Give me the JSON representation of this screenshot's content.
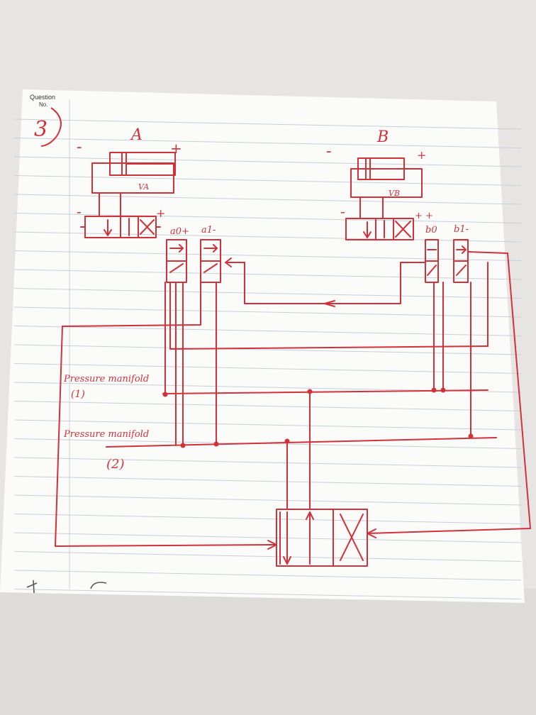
{
  "header": {
    "question_label": "Question",
    "no_label": "No.",
    "question_number": "3"
  },
  "cylinders": {
    "a": {
      "title": "A",
      "minus": "-",
      "plus": "+",
      "valve": "VA"
    },
    "b": {
      "title": "B",
      "minus": "-",
      "plus": "+",
      "valve": "VB"
    }
  },
  "valves": {
    "a_minus": "-",
    "a_plus": "+",
    "b_minus": "-",
    "b_plus": "+ +"
  },
  "switches": {
    "a0": "a0+",
    "a1": "a1-",
    "b0": "b0",
    "b1": "b1-"
  },
  "manifolds": {
    "m1_label": "Pressure manifold",
    "m1_num": "(1)",
    "m2_label": "Pressure manifold",
    "m2_num": "(2)"
  },
  "colors": {
    "ink": "#d1323a",
    "paper": "#fbfbfa",
    "rule": "#c9cfd8"
  }
}
